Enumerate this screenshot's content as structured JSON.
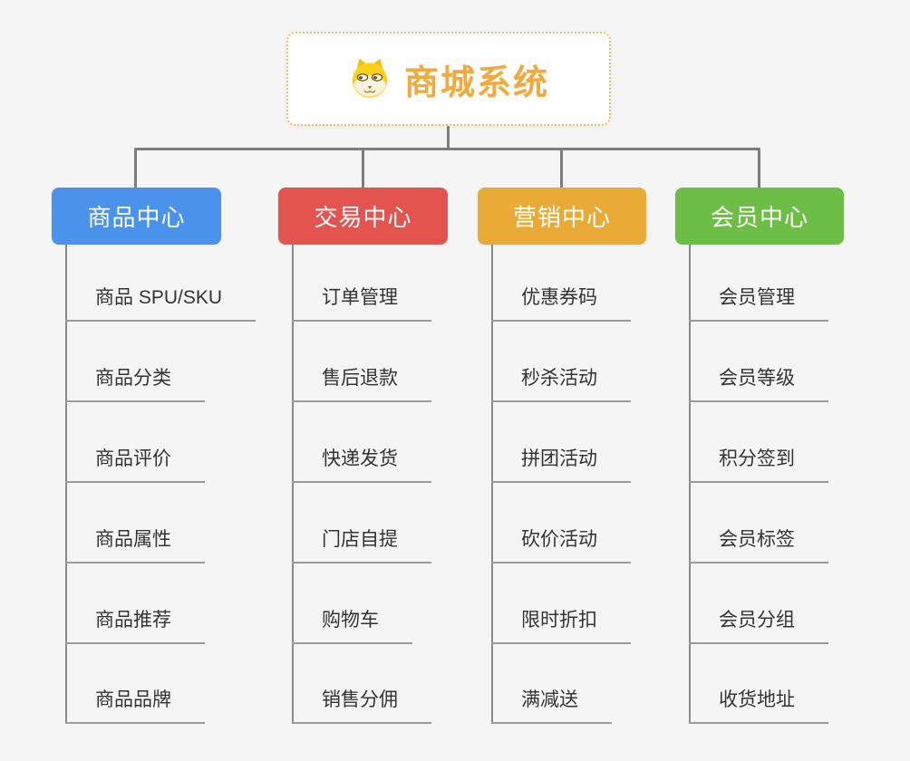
{
  "canvas": {
    "background": "#f5f5f5"
  },
  "root": {
    "title": "商城系统",
    "icon": "dog-face-icon",
    "text_color": "#f2a93d",
    "border_color": "#f3bd62"
  },
  "connectors": {
    "main_color": "#7d7d7d",
    "stem_color": "#8a8a8a",
    "underline_color": "#9b9b9b"
  },
  "branches": [
    {
      "label": "商品中心",
      "color": "#4a93ec",
      "children": [
        "商品 SPU/SKU",
        "商品分类",
        "商品评价",
        "商品属性",
        "商品推荐",
        "商品品牌"
      ]
    },
    {
      "label": "交易中心",
      "color": "#e4544f",
      "children": [
        "订单管理",
        "售后退款",
        "快递发货",
        "门店自提",
        "购物车",
        "销售分佣"
      ]
    },
    {
      "label": "营销中心",
      "color": "#eaab36",
      "children": [
        "优惠券码",
        "秒杀活动",
        "拼团活动",
        "砍价活动",
        "限时折扣",
        "满减送"
      ]
    },
    {
      "label": "会员中心",
      "color": "#6dbe45",
      "children": [
        "会员管理",
        "会员等级",
        "积分签到",
        "会员标签",
        "会员分组",
        "收货地址"
      ]
    }
  ]
}
